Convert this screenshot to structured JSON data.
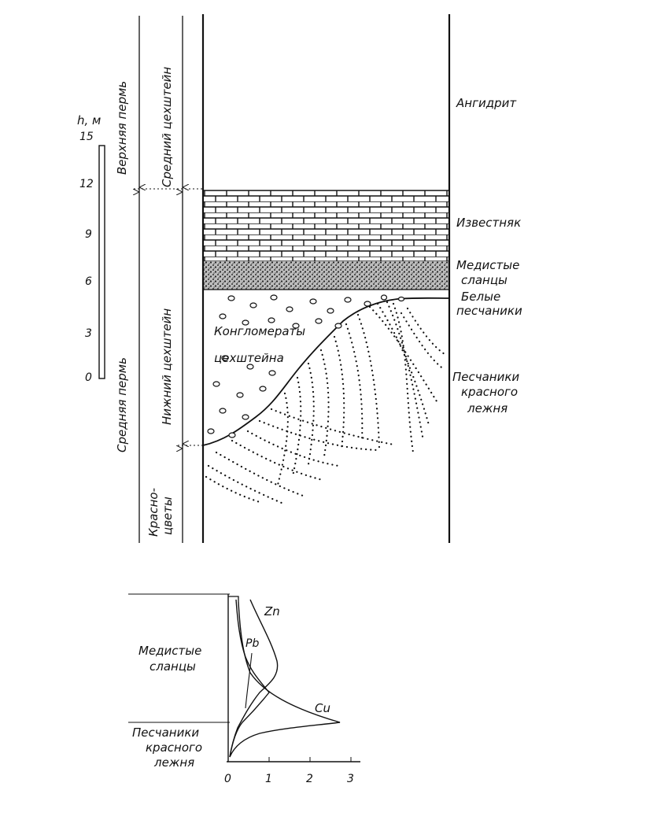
{
  "scale": {
    "unit_label": "h, м",
    "ticks": [
      "15",
      "12",
      "9",
      "6",
      "3",
      "0"
    ]
  },
  "stratigraphy": {
    "upper_perm": "Верхняя пермь",
    "middle_perm": "Средняя пермь",
    "middle_zechstein": "Средний цехштейн",
    "lower_zechstein": "Нижний цехштейн",
    "red_beds": [
      "Красно-",
      "цветы"
    ]
  },
  "layers": {
    "anhydrite": "Ангидрит",
    "limestone": "Известняк",
    "copper_shale": [
      "Медистые",
      "сланцы"
    ],
    "white_sandstone": [
      "Белые",
      "песчаники"
    ],
    "red_sandstone": [
      "Песчаники",
      "красного",
      "лежня"
    ],
    "conglomerate": [
      "Конгломераты",
      "цехштейна"
    ]
  },
  "profile": {
    "zones": {
      "copper_shale": [
        "Медистые",
        "сланцы"
      ],
      "red_sandstone": [
        "Песчаники",
        "красного",
        "лежня"
      ]
    },
    "curves": {
      "zn": "Zn",
      "pb": "Pb",
      "cu": "Cu"
    },
    "x_ticks": [
      "0",
      "1",
      "2",
      "3"
    ]
  }
}
